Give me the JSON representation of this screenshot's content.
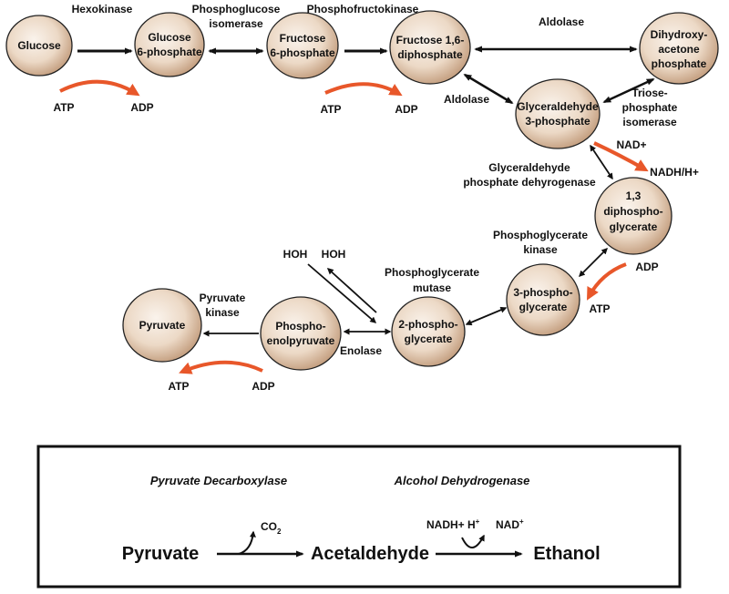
{
  "nodes": {
    "glucose": [
      "Glucose"
    ],
    "g6p": [
      "Glucose",
      "6-phosphate"
    ],
    "f6p": [
      "Fructose",
      "6-phosphate"
    ],
    "f16dp": [
      "Fructose 1,6-",
      "diphosphate"
    ],
    "dhap": [
      "Dihydroxy-",
      "acetone",
      "phosphate"
    ],
    "g3p": [
      "Glyceraldehyde",
      "3-phosphate"
    ],
    "bpg": [
      "1,3",
      "diphospho-",
      "glycerate"
    ],
    "pg3": [
      "3-phospho-",
      "glycerate"
    ],
    "pg2": [
      "2-phospho-",
      "glycerate"
    ],
    "pep": [
      "Phospho-",
      "enolpyruvate"
    ],
    "pyruvate": [
      "Pyruvate"
    ]
  },
  "enzymes": {
    "hexokinase": [
      "Hexokinase"
    ],
    "pgi": [
      "Phosphoglucose",
      "isomerase"
    ],
    "pfk": [
      "Phosphofructokinase"
    ],
    "aldolase_top": [
      "Aldolase"
    ],
    "aldolase_left": [
      "Aldolase"
    ],
    "tpi": [
      "Triose-",
      "phosphate",
      "isomerase"
    ],
    "gapdh": [
      "Glyceraldehyde",
      "phosphate dehyrogenase"
    ],
    "pgk": [
      "Phosphoglycerate",
      "kinase"
    ],
    "pgm": [
      "Phosphoglycerate",
      "mutase"
    ],
    "enolase": [
      "Enolase"
    ],
    "pk": [
      "Pyruvate",
      "kinase"
    ]
  },
  "cofactors": {
    "atp1": "ATP",
    "adp1": "ADP",
    "atp2": "ATP",
    "adp2": "ADP",
    "nad": "NAD+",
    "nadh": "NADH/H+",
    "adp3": "ADP",
    "atp3": "ATP",
    "hoh1": "HOH",
    "hoh2": "HOH",
    "atp4": "ATP",
    "adp4": "ADP"
  },
  "fermentation": {
    "enzyme1": "Pyruvate Decarboxylase",
    "enzyme2": "Alcohol Dehydrogenase",
    "pyruvate": "Pyruvate",
    "acetaldehyde": "Acetaldehyde",
    "ethanol": "Ethanol",
    "co2": "CO",
    "co2_sub": "2",
    "nadh": "NADH+ H",
    "nadh_sup": "+",
    "nad": "NAD",
    "nad_sup": "+"
  },
  "colors": {
    "node_fill_center": "#f6ece2",
    "node_fill_edge": "#c8a587",
    "node_stroke": "#222222",
    "arrow_black": "#111111",
    "arrow_orange": "#e8572a",
    "box_stroke": "#111111"
  }
}
